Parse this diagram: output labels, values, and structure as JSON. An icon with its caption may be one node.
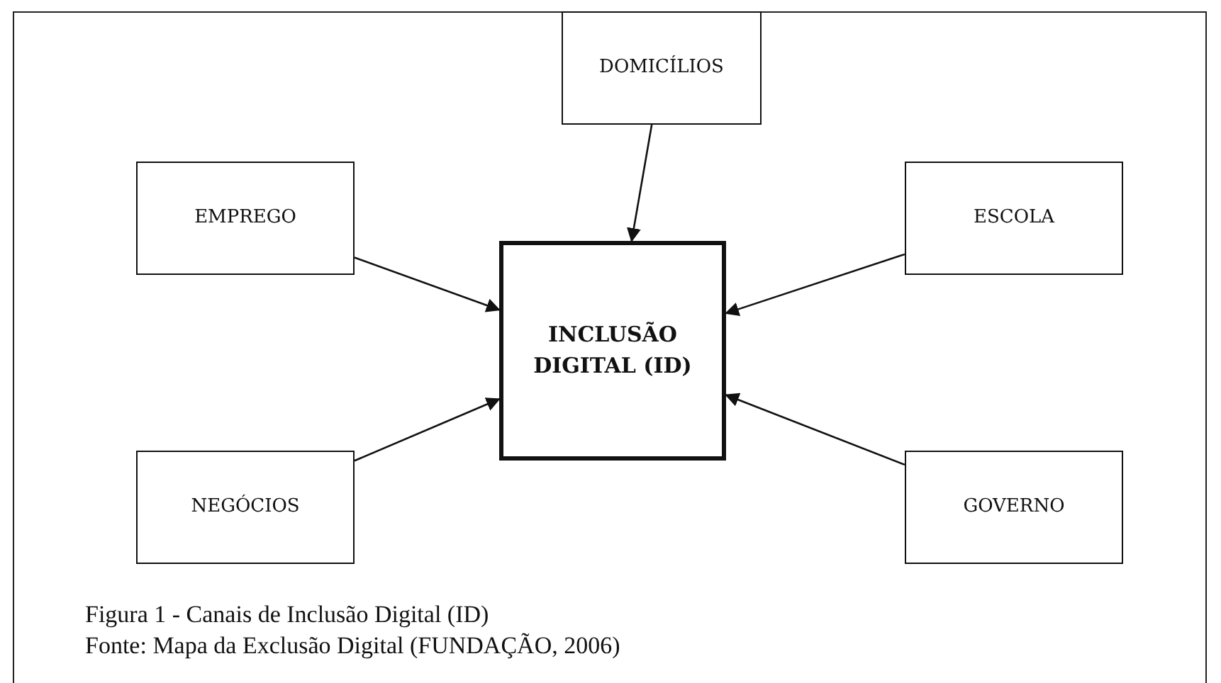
{
  "diagram": {
    "caption": "Figura 1 - Canais de Inclusão Digital (ID)",
    "nodes": [
      {
        "text": [
          "DOMICÍLIOS"
        ]
      },
      {
        "text": [
          "EMPREGO"
        ]
      },
      {
        "text": [
          "ESCOLA"
        ]
      },
      {
        "text": [
          "INCLUSÃO DIGITAL (ID)"
        ]
      },
      {
        "text": [
          "NEGÓCIOS"
        ]
      },
      {
        "text": [
          "GOVERNO"
        ]
      }
    ],
    "edges": [
      {
        "from": 0,
        "to": 3,
        "arrow": "to"
      },
      {
        "from": 1,
        "to": 3,
        "arrow": "to"
      },
      {
        "from": 2,
        "to": 3,
        "arrow": "to"
      },
      {
        "from": 4,
        "to": 3,
        "arrow": "to"
      },
      {
        "from": 5,
        "to": 3,
        "arrow": "to"
      }
    ],
    "labels": [
      "Fonte: Mapa da Exclusão Digital (FUNDAÇÃO, 2006)"
    ]
  }
}
